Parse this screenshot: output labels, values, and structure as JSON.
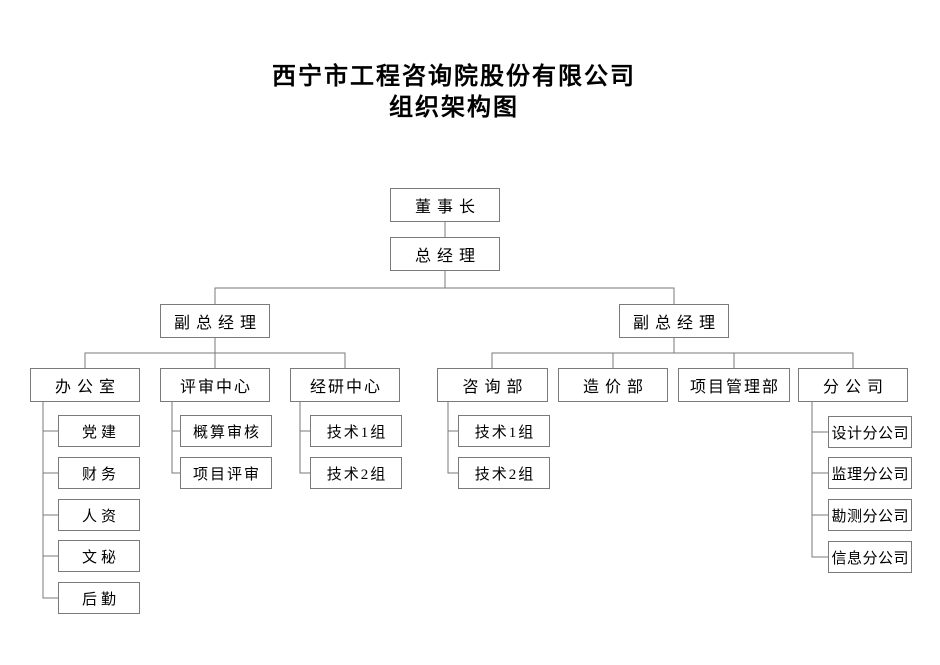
{
  "title": {
    "line1": "西宁市工程咨询院股份有限公司",
    "line2": "组织架构图"
  },
  "colors": {
    "line": "#7a7a7a",
    "text": "#000000",
    "background": "#ffffff"
  },
  "org": {
    "label": "董事长",
    "children": [
      {
        "label": "总经理",
        "children": [
          {
            "label": "副总经理",
            "children": [
              {
                "label": "办公室",
                "children": [
                  {
                    "label": "党建"
                  },
                  {
                    "label": "财务"
                  },
                  {
                    "label": "人资"
                  },
                  {
                    "label": "文秘"
                  },
                  {
                    "label": "后勤"
                  }
                ]
              },
              {
                "label": "评审中心",
                "children": [
                  {
                    "label": "概算审核"
                  },
                  {
                    "label": "项目评审"
                  }
                ]
              },
              {
                "label": "经研中心",
                "children": [
                  {
                    "label": "技术1组"
                  },
                  {
                    "label": "技术2组"
                  }
                ]
              }
            ]
          },
          {
            "label": "副总经理",
            "children": [
              {
                "label": "咨询部",
                "children": [
                  {
                    "label": "技术1组"
                  },
                  {
                    "label": "技术2组"
                  }
                ]
              },
              {
                "label": "造价部",
                "children": []
              },
              {
                "label": "项目管理部",
                "children": []
              },
              {
                "label": "分公司",
                "children": [
                  {
                    "label": "设计分公司"
                  },
                  {
                    "label": "监理分公司"
                  },
                  {
                    "label": "勘测分公司"
                  },
                  {
                    "label": "信息分公司"
                  }
                ]
              }
            ]
          }
        ]
      }
    ]
  }
}
